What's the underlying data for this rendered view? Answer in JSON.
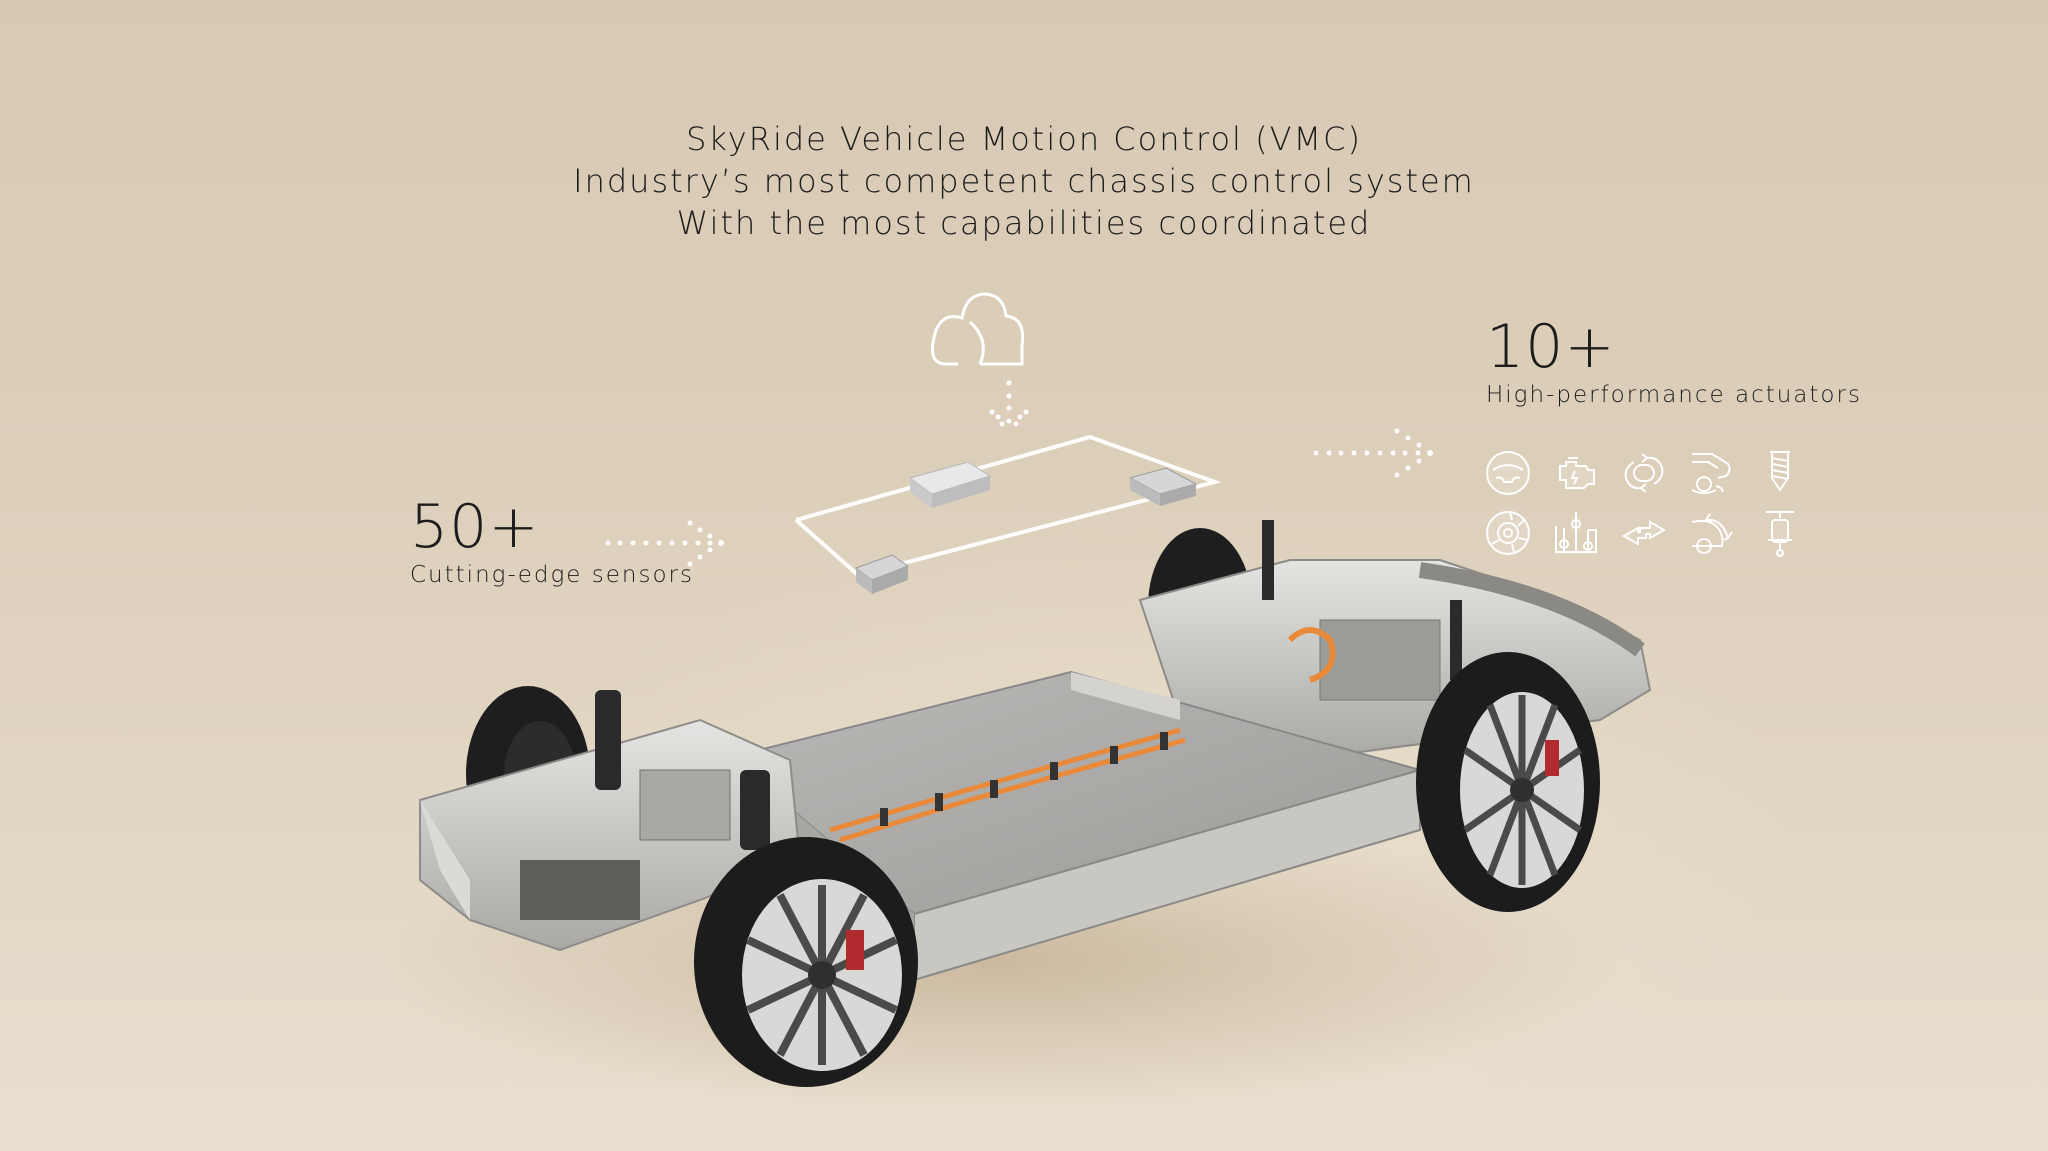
{
  "title": {
    "line1": "SkyRide Vehicle Motion Control (VMC)",
    "line2": "Industry’s most competent chassis control system",
    "line3": "With the most capabilities coordinated"
  },
  "sensors": {
    "count": "50+",
    "label": "Cutting-edge sensors"
  },
  "actuators": {
    "count": "10+",
    "label": "High-performance actuators",
    "icons": [
      "steering-wheel-icon",
      "engine-motor-icon",
      "rotation-loop-icon",
      "car-rear-wheel-icon",
      "screw-bolt-icon",
      "brake-disc-icon",
      "sliders-equalizer-icon",
      "bidirectional-arrows-icon",
      "car-tilt-arrow-icon",
      "damper-shock-absorber-icon"
    ]
  },
  "diagram": {
    "cloud_icon": "cloud-icon",
    "controllers": [
      "central-controller-module",
      "front-controller-module",
      "rear-controller-module"
    ],
    "arrows": [
      "sensors-to-network-arrow",
      "cloud-to-network-arrow",
      "network-to-actuators-arrow"
    ]
  },
  "colors": {
    "background_top": "#d8c9b3",
    "background_bottom": "#e6dccb",
    "text": "#1c1c1c",
    "network_line": "#ffffff",
    "cable_orange": "#e98a3a",
    "brake_caliper": "#b02a2e"
  }
}
